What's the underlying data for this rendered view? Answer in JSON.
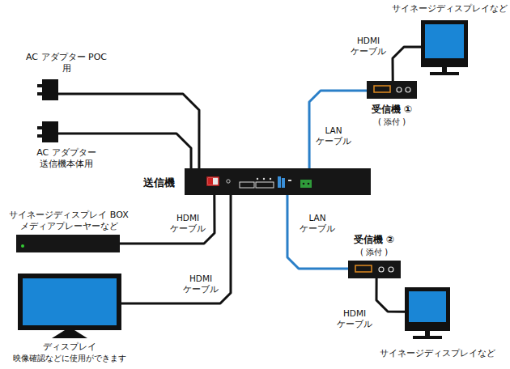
{
  "diagram": {
    "nodes": [
      {
        "text": [
          "AC アダプター POC 用"
        ]
      },
      {
        "text": [
          "AC アダプター 送信機本体用"
        ]
      },
      {
        "text": [
          "送信機"
        ]
      },
      {
        "text": [
          "サイネージディスプレイ BOX メディアプレーヤーなど"
        ]
      },
      {
        "text": [
          "ディスプレイ",
          "映像確認などに使用ができます"
        ]
      },
      {
        "text": [
          "受信機 ①",
          "( 添付 )"
        ]
      },
      {
        "text": [
          "サイネージディスプレイなど"
        ]
      },
      {
        "text": [
          "受信機 ②",
          "( 添付 )"
        ]
      },
      {
        "text": [
          "サイネージディスプレイなど"
        ]
      }
    ],
    "edges": [
      {
        "from": 0,
        "to": 2,
        "arrow": "none"
      },
      {
        "from": 1,
        "to": 2,
        "arrow": "none"
      },
      {
        "from": 3,
        "to": 2,
        "label": "HDMI ケーブル",
        "arrow": "none"
      },
      {
        "from": 4,
        "to": 2,
        "label": "HDMI ケーブル",
        "arrow": "none"
      },
      {
        "from": 2,
        "to": 5,
        "label": "LAN ケーブル",
        "arrow": "none"
      },
      {
        "from": 2,
        "to": 7,
        "label": "LAN ケーブル",
        "arrow": "none"
      },
      {
        "from": 5,
        "to": 6,
        "label": "HDMI ケーブル",
        "arrow": "none"
      },
      {
        "from": 7,
        "to": 8,
        "label": "HDMI ケーブル",
        "arrow": "none"
      }
    ]
  }
}
